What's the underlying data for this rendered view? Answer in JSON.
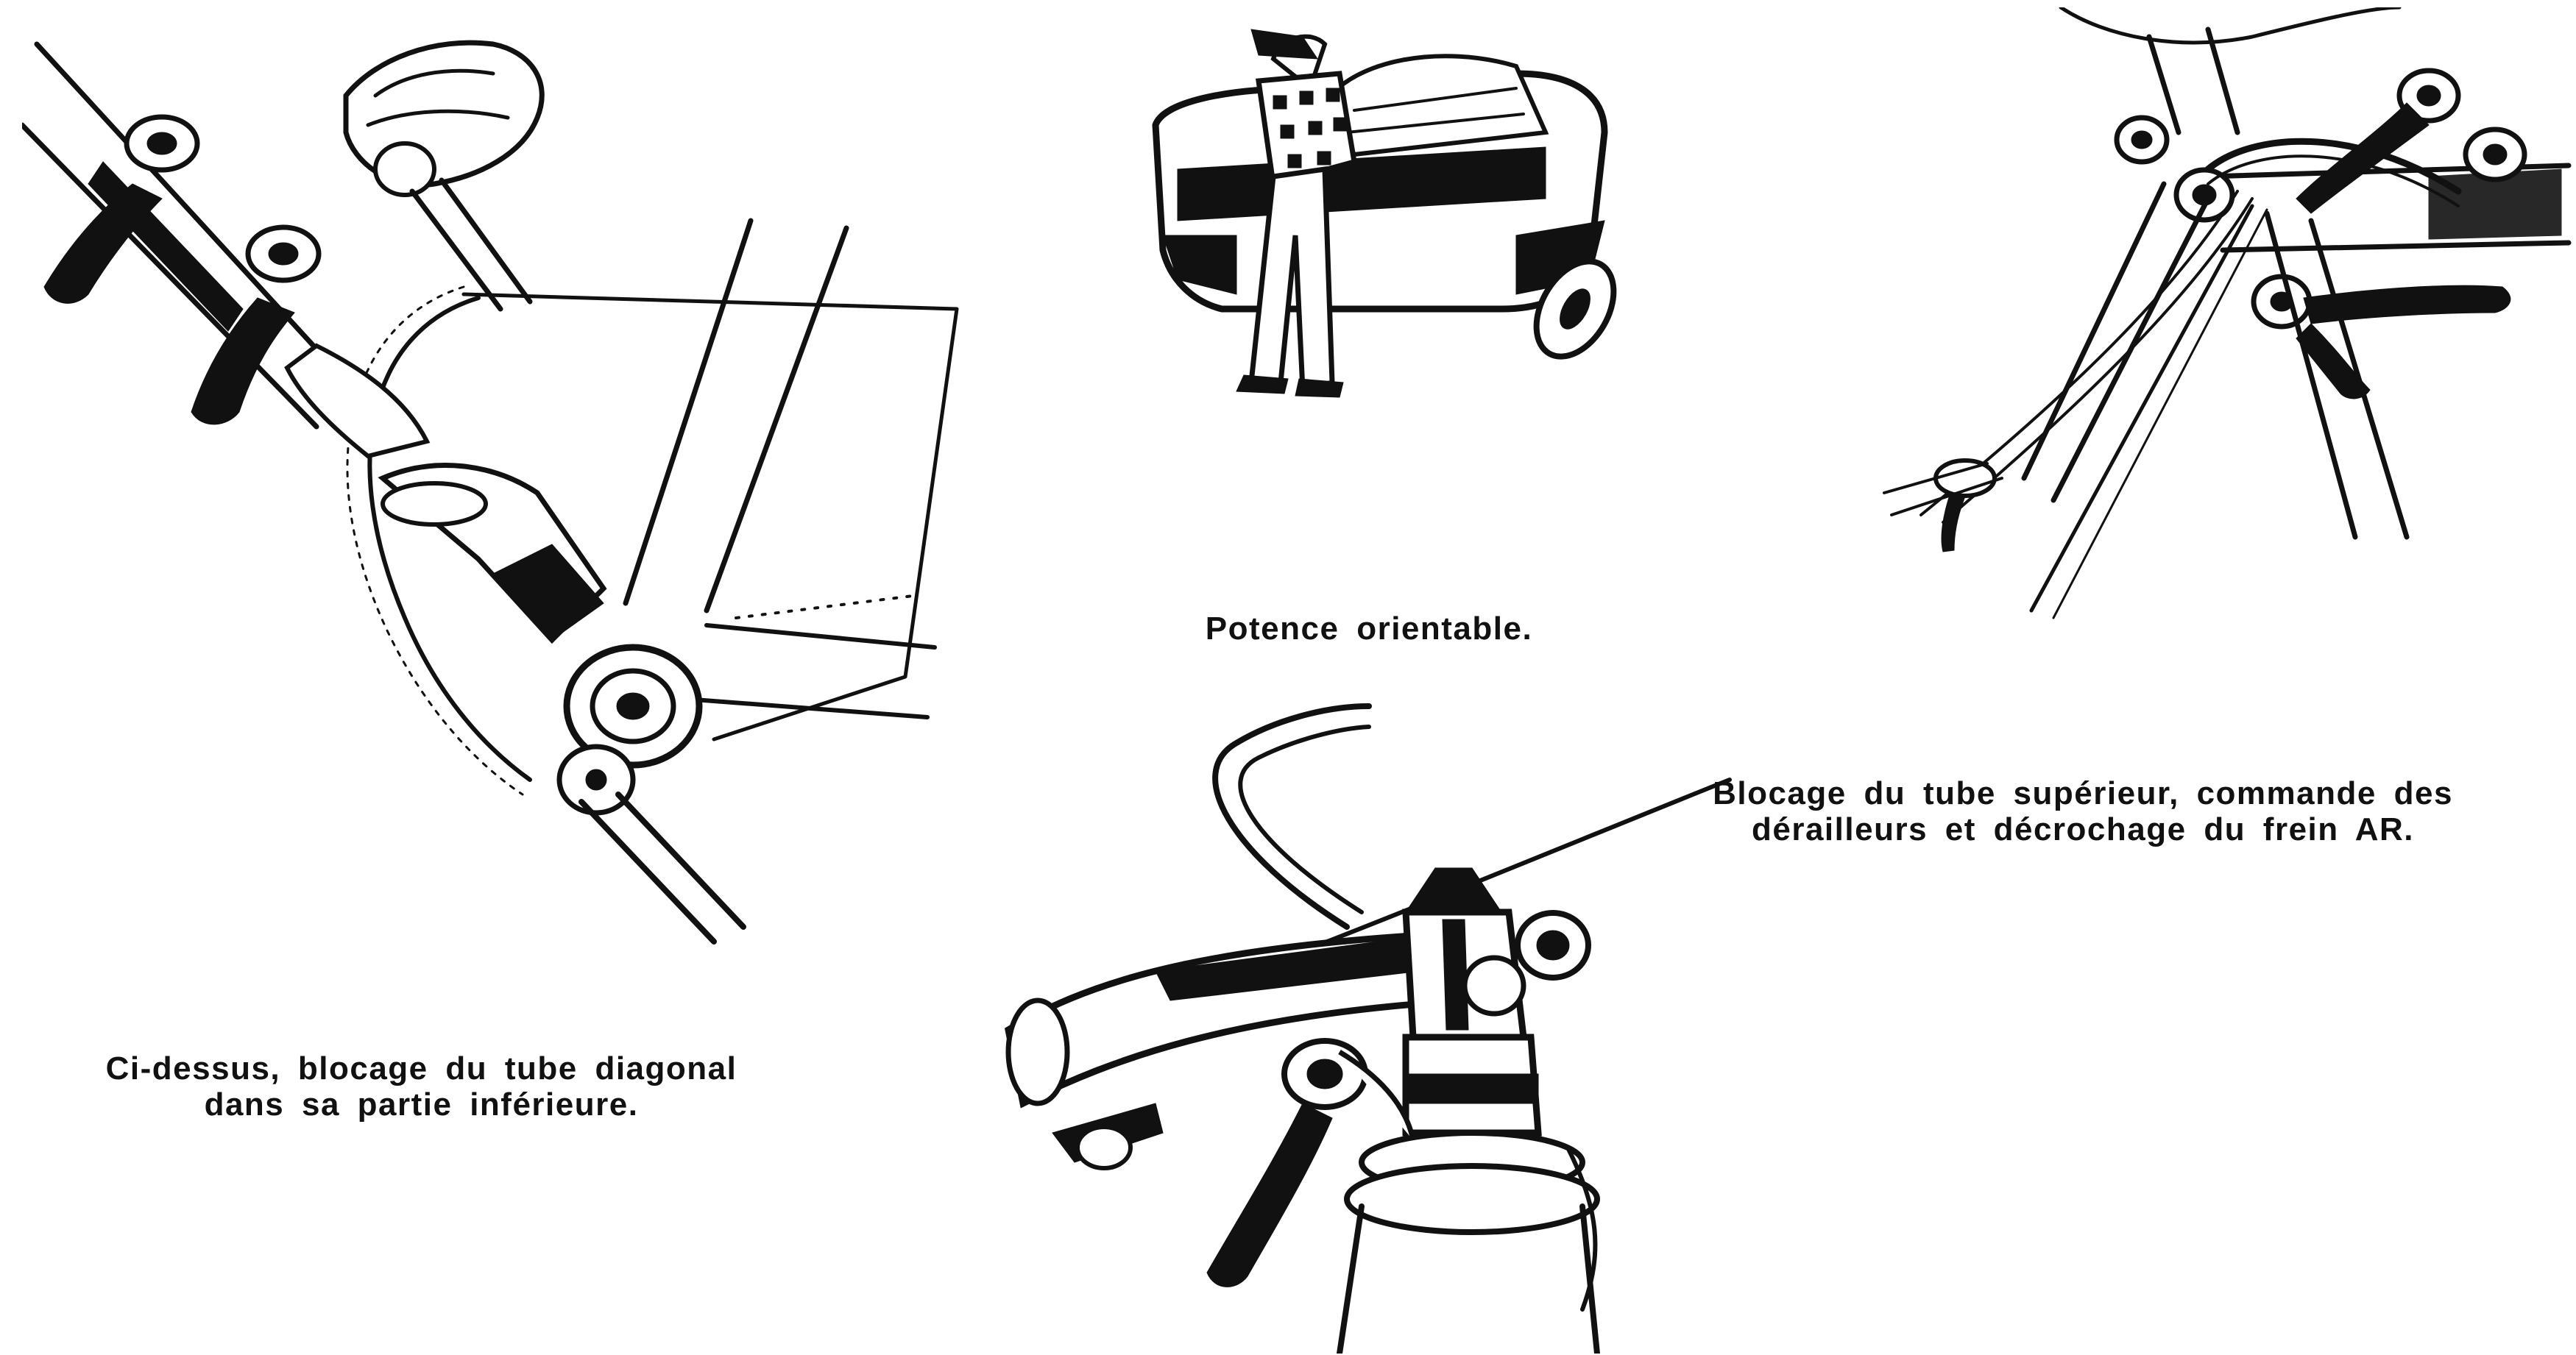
{
  "captions": {
    "bottom_bracket": {
      "line1": "Ci-dessus, blocage du tube diagonal",
      "line2": "dans sa partie inférieure."
    },
    "stem": {
      "line1": "Potence orientable."
    },
    "top_tube": {
      "line1": "Blocage du tube supérieur, commande des",
      "line2": "dérailleurs et décrochage du frein AR."
    }
  },
  "colors": {
    "ink": "#111111",
    "paper": "#ffffff"
  },
  "illustrations": [
    "bottom-bracket-downtube-clamp-illustration",
    "car-trunk-loading-illustration",
    "top-tube-derailleur-brake-illustration",
    "adjustable-stem-illustration"
  ]
}
